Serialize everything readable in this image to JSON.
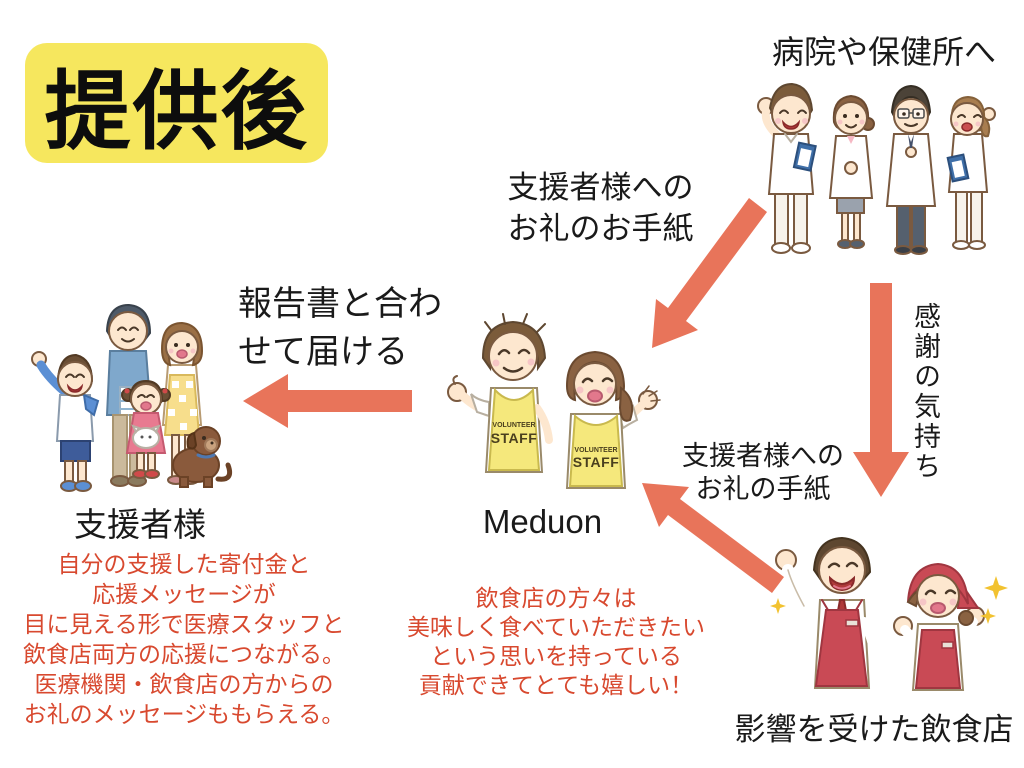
{
  "title": "提供後",
  "hospital": {
    "label": "病院や保健所へ"
  },
  "letter_top": {
    "line1": "支援者様への",
    "line2": "お礼のお手紙"
  },
  "report_note": {
    "line1": "報告書と合わ",
    "line2": "せて届ける"
  },
  "supporters": {
    "label": "支援者様"
  },
  "meduon": {
    "label": "Meduon",
    "vest_line1": "VOLUNTEER",
    "vest_line2": "STAFF"
  },
  "gratitude": {
    "label": "感謝の気持ち"
  },
  "right_note": {
    "line1": "支援者様への",
    "line2": "お礼の手紙"
  },
  "restaurant": {
    "label": "影響を受けた飲食店"
  },
  "left_paragraph": {
    "lines": [
      "自分の支援した寄付金と",
      "応援メッセージが",
      "目に見える形で医療スタッフと",
      "飲食店両方の応援につながる。",
      "医療機関・飲食店の方からの",
      "お礼のメッセージももらえる。"
    ]
  },
  "center_paragraph": {
    "lines": [
      "飲食店の方々は",
      "美味しく食べていただきたい",
      "という思いを持っている",
      "貢献できてとても嬉しい！"
    ]
  },
  "colors": {
    "title_bg": "#F6E75E",
    "arrow": "#E8745A",
    "note_red": "#D8492F",
    "vest_yellow": "#F5E87C",
    "apron_red": "#C94A55"
  }
}
